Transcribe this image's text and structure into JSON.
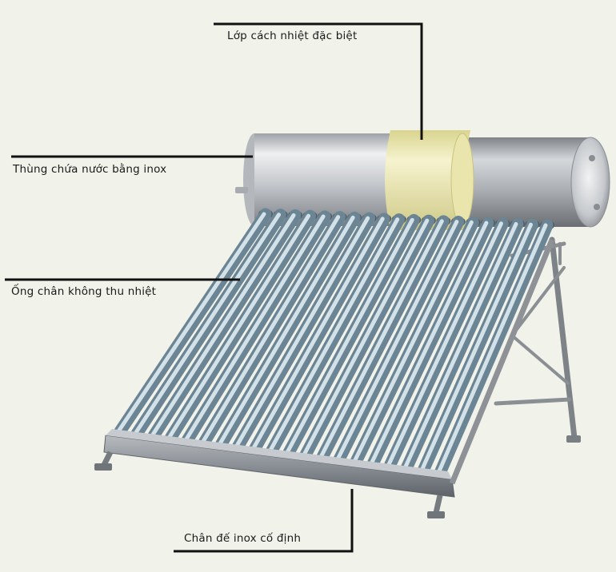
{
  "labels": {
    "insulation": "Lớp cách nhiệt đặc biệt",
    "tank": "Thùng chứa nước bằng inox",
    "tubes": "Ống chân không thu nhiệt",
    "stand": "Chân đế inox cố định"
  },
  "colors": {
    "background": "#f1f2ea",
    "tank_steel": "#c9ccd0",
    "insulation": "#ece8b2",
    "tube_glass": "#9fb6c4",
    "frame": "#8e9297",
    "leader_line": "#111111"
  },
  "tube_count": 20
}
